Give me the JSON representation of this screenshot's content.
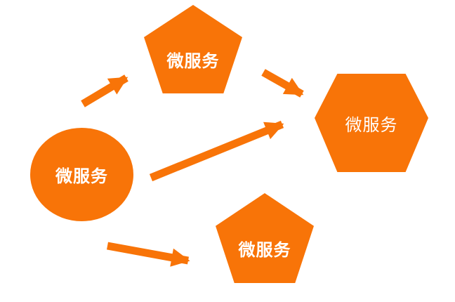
{
  "colors": {
    "accent": "#f87408",
    "label": "#ffffff",
    "background": "#ffffff"
  },
  "nodes": [
    {
      "id": "circle-source",
      "shape": "circle",
      "label": "微服务"
    },
    {
      "id": "pentagon-top",
      "shape": "pentagon",
      "label": "微服务"
    },
    {
      "id": "hexagon-right",
      "shape": "hexagon",
      "label": "微服务"
    },
    {
      "id": "pentagon-bottom",
      "shape": "pentagon",
      "label": "微服务"
    }
  ],
  "edges": [
    {
      "from": "circle-source",
      "to": "pentagon-top"
    },
    {
      "from": "pentagon-top",
      "to": "hexagon-right"
    },
    {
      "from": "circle-source",
      "to": "hexagon-right"
    },
    {
      "from": "circle-source",
      "to": "pentagon-bottom"
    }
  ]
}
